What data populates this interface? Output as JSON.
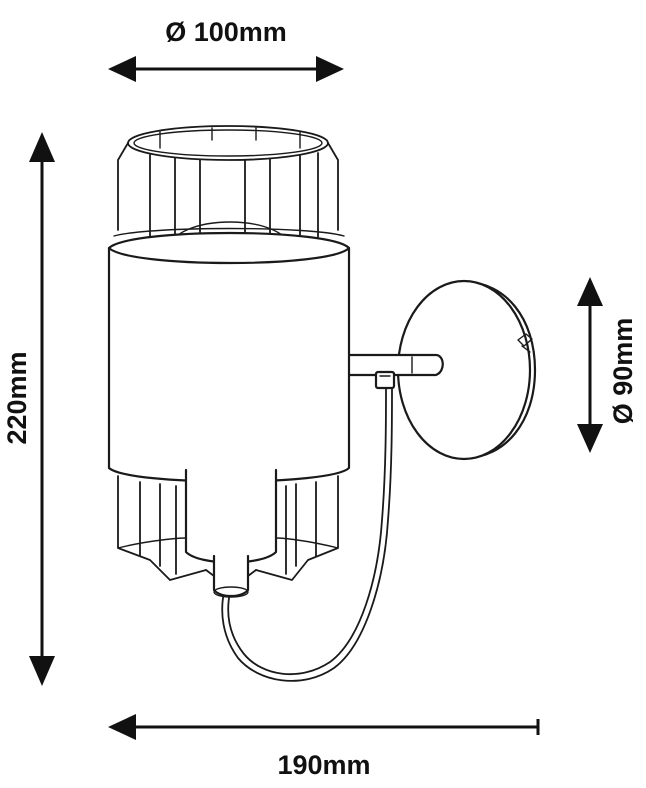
{
  "dimensions": {
    "shade_diameter": "Ø 100mm",
    "height": "220mm",
    "base_diameter": "Ø 90mm",
    "depth": "190mm"
  },
  "colors": {
    "line": "#1a1a1a",
    "background": "#ffffff"
  }
}
